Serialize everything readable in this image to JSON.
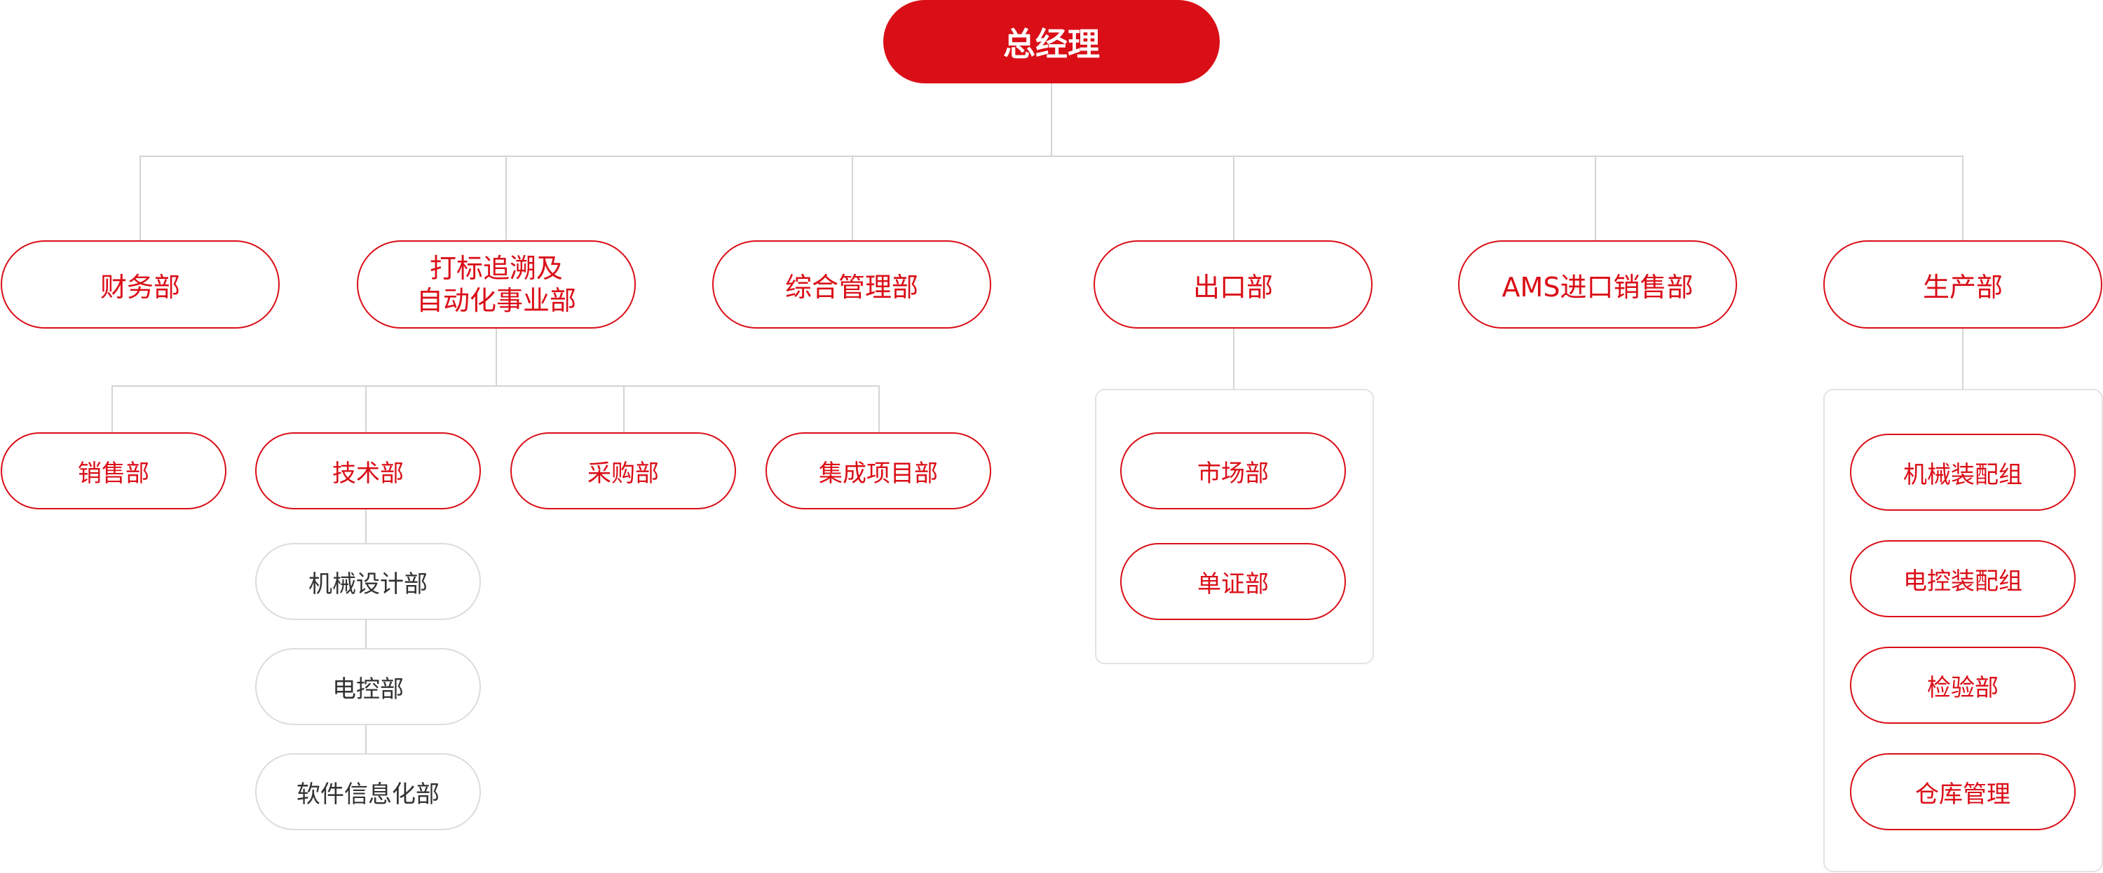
{
  "root": {
    "label": "总经理"
  },
  "departments": [
    {
      "id": "finance",
      "label": "财务部"
    },
    {
      "id": "marking",
      "label_line1": "打标追溯及",
      "label_line2": "自动化事业部"
    },
    {
      "id": "admin",
      "label": "综合管理部"
    },
    {
      "id": "export",
      "label": "出口部"
    },
    {
      "id": "ams",
      "label": "AMS进口销售部"
    },
    {
      "id": "production",
      "label": "生产部"
    }
  ],
  "marking_subs": [
    {
      "id": "sales",
      "label": "销售部"
    },
    {
      "id": "tech",
      "label": "技术部"
    },
    {
      "id": "purchase",
      "label": "采购部"
    },
    {
      "id": "integration",
      "label": "集成项目部"
    }
  ],
  "tech_subs": [
    {
      "id": "mech-design",
      "label": "机械设计部"
    },
    {
      "id": "electric-control",
      "label": "电控部"
    },
    {
      "id": "software",
      "label": "软件信息化部"
    }
  ],
  "export_subs": [
    {
      "id": "market",
      "label": "市场部"
    },
    {
      "id": "documents",
      "label": "单证部"
    }
  ],
  "production_subs": [
    {
      "id": "mech-assembly",
      "label": "机械装配组"
    },
    {
      "id": "elec-assembly",
      "label": "电控装配组"
    },
    {
      "id": "inspection",
      "label": "检验部"
    },
    {
      "id": "warehouse",
      "label": "仓库管理"
    }
  ],
  "colors": {
    "accent": "#da0e17",
    "line": "#d4d4d4",
    "gray_border": "#dcdcdc",
    "text_dark": "#333333"
  }
}
